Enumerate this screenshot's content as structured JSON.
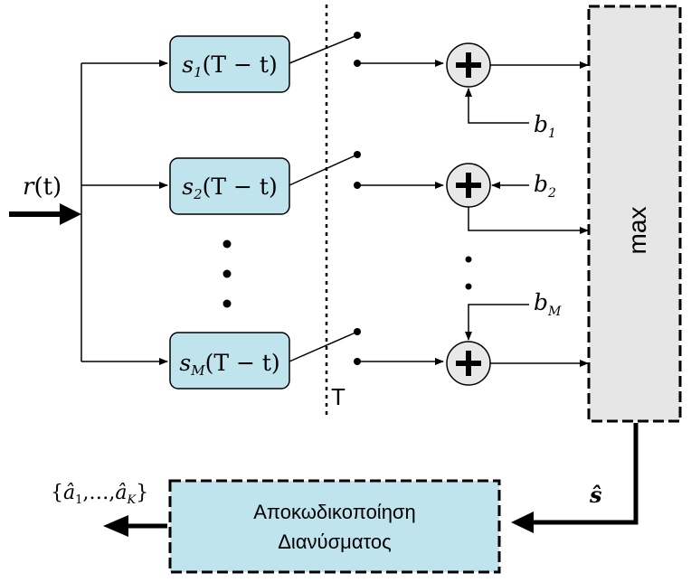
{
  "input": {
    "label_func": "r",
    "label_arg": "(t)"
  },
  "filters": [
    {
      "sym": "s",
      "sub": "1",
      "arg": "(T − t)"
    },
    {
      "sym": "s",
      "sub": "2",
      "arg": "(T − t)"
    },
    {
      "sym": "s",
      "sub": "M",
      "arg": "(T − t)"
    }
  ],
  "biases": [
    {
      "sym": "b",
      "sub": "1"
    },
    {
      "sym": "b",
      "sub": "2"
    },
    {
      "sym": "b",
      "sub": "M"
    }
  ],
  "sampler": {
    "label": "T"
  },
  "selector": {
    "label": "max"
  },
  "decision": {
    "label": "ŝ"
  },
  "decoder": {
    "line1": "Αποκωδικοποίηση",
    "line2": "Διανύσματος"
  },
  "output": {
    "open": "{",
    "a1": "â",
    "a1_sub": "1",
    "sep": ",…,",
    "ak": "â",
    "ak_sub": "K",
    "close": "}"
  },
  "colors": {
    "box_fill": "#bfe4ee",
    "max_fill": "#e6e6e6",
    "adder_fill": "#e8e8e8",
    "stroke": "#000000"
  }
}
